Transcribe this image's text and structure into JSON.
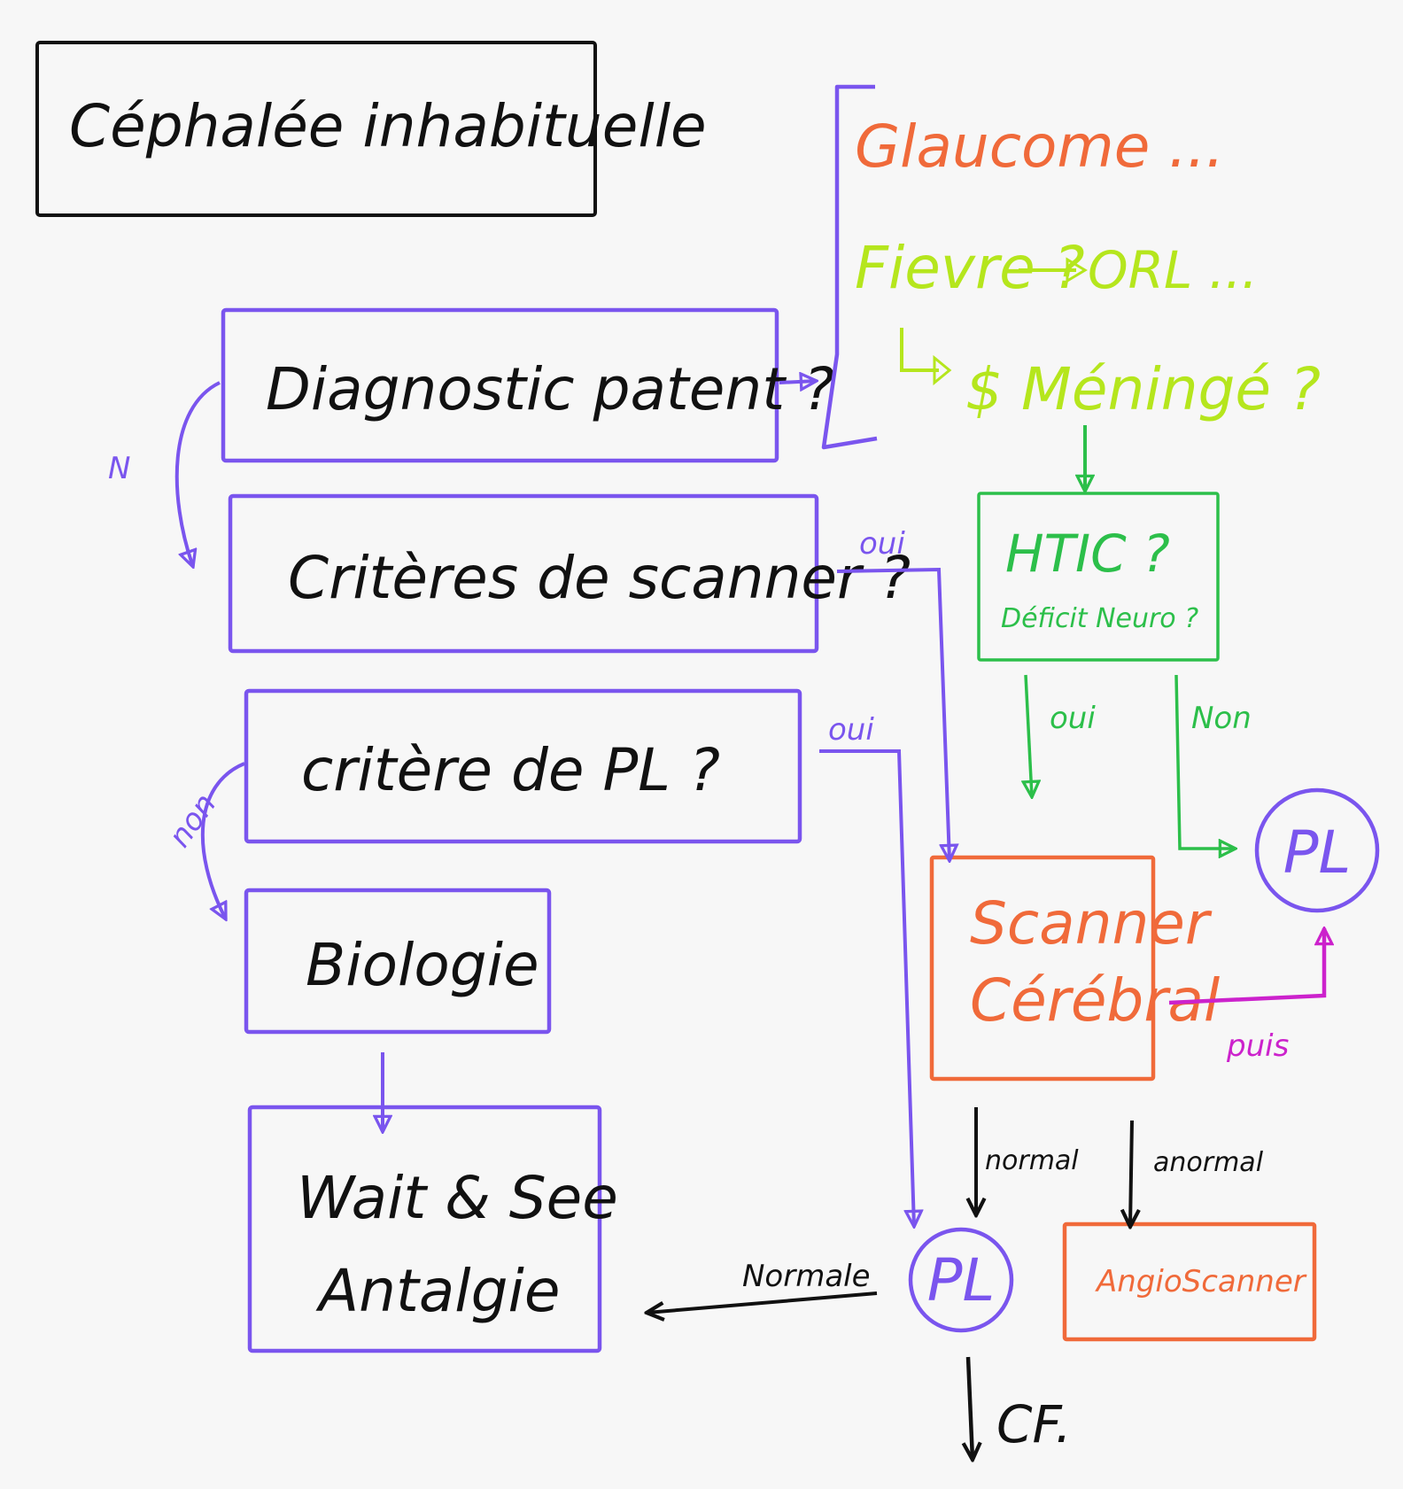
{
  "colors": {
    "black": "#111111",
    "purple": "#7a55ee",
    "orange": "#f06a3a",
    "lime": "#b5e61d",
    "green": "#2cbf4a",
    "magenta": "#cc22cc"
  },
  "title": "Céphalée inhabituelle",
  "nodes": {
    "diag": "Diagnostic patent ?",
    "scanner_q": "Critères de scanner ?",
    "pl_q": "critère de PL ?",
    "biologie": "Biologie",
    "wait_line1": "Wait & See",
    "wait_line2": "Antalgie",
    "scanner_line1": "Scanner",
    "scanner_line2": "Cérébral",
    "pl_right": "PL",
    "pl_bottom": "PL",
    "angio": "AngioScanner",
    "cf": "CF.",
    "htic_line1": "HTIC ?",
    "htic_line2": "Déficit Neuro ?"
  },
  "side_notes": {
    "glaucome": "Glaucome ...",
    "fievre": "Fievre ?",
    "orl": "ORL ...",
    "meninge": "$ Méningé ?"
  },
  "edge_labels": {
    "n": "N",
    "oui_scanner": "oui",
    "oui_pl": "oui",
    "non_pl": "non",
    "oui_htic": "oui",
    "non_htic": "Non",
    "puis": "puis",
    "normal": "normal",
    "anormal": "anormal",
    "normale": "Normale"
  }
}
